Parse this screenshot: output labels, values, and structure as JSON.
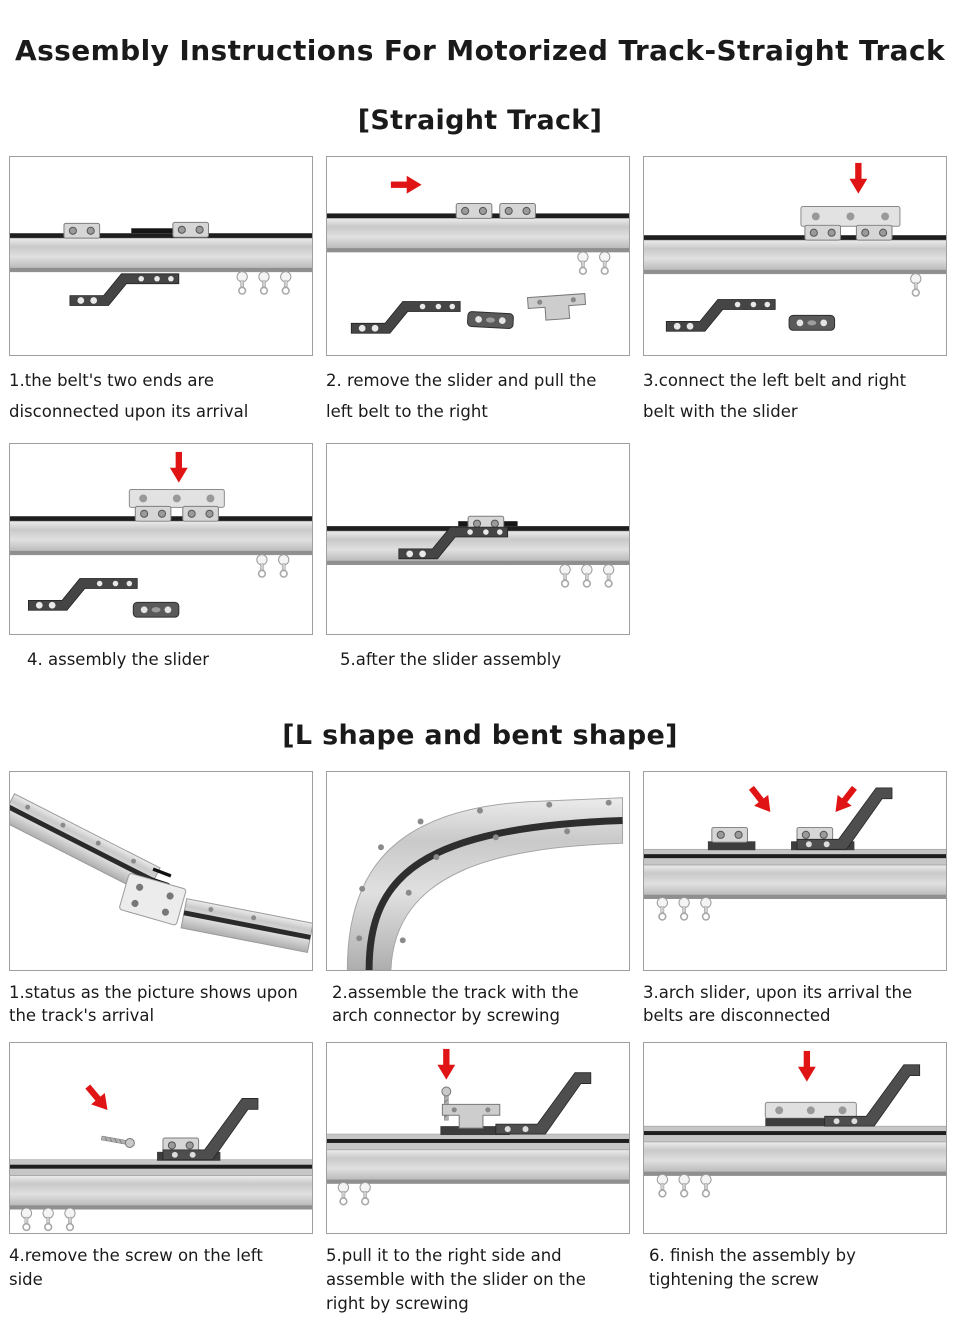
{
  "page": {
    "title": "Assembly Instructions For Motorized Track-Straight Track"
  },
  "colors": {
    "arrow": "#e01414",
    "text": "#1a1a1a",
    "track": "#d6d6d6",
    "bracket": "#454545"
  },
  "sections": {
    "straight": {
      "heading": "[Straight Track]",
      "steps": [
        {
          "caption": "1.the belt's two ends are disconnected upon its arrival"
        },
        {
          "caption": "2. remove the slider and pull the left belt to the right"
        },
        {
          "caption": "3.connect the left belt and right belt with the slider"
        },
        {
          "caption": "4. assembly the slider"
        },
        {
          "caption": "5.after the slider assembly"
        }
      ]
    },
    "lshape": {
      "heading": "[L shape and bent shape]",
      "steps": [
        {
          "caption": "1.status as the picture shows upon the track's arrival"
        },
        {
          "caption": "2.assemble the track with the arch connector by screwing"
        },
        {
          "caption": "3.arch slider, upon its arrival the belts are disconnected"
        },
        {
          "caption": "4.remove the screw on the left side"
        },
        {
          "caption": "5.pull it to the right side and assemble with the slider on the right by screwing"
        },
        {
          "caption": "6. finish the assembly by tightening the screw"
        }
      ]
    }
  }
}
